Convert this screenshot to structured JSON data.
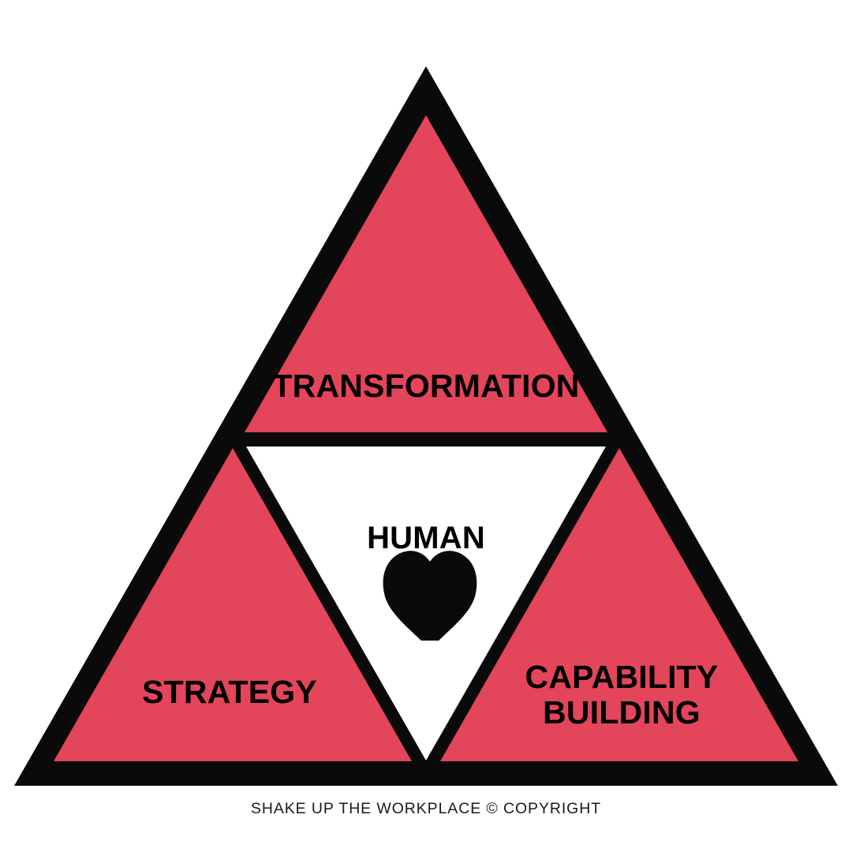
{
  "diagram": {
    "title": "Human-centered transformation triangle",
    "colors": {
      "accent_red": "#E3455A",
      "stroke_black": "#0A0A0A",
      "fill_white": "#FFFFFF",
      "footer_text": "#1A1A1A"
    },
    "segments": [
      {
        "id": "top",
        "label": "TRANSFORMATION",
        "fill": "#E3455A",
        "position": "apex"
      },
      {
        "id": "bottom-left",
        "label": "STRATEGY",
        "fill": "#E3455A",
        "position": "bottom-left"
      },
      {
        "id": "bottom-right",
        "label_line1": "CAPABILITY",
        "label_line2": "BUILDING",
        "fill": "#E3455A",
        "position": "bottom-right"
      },
      {
        "id": "center",
        "label": "HUMAN",
        "fill": "#FFFFFF",
        "position": "center-inverted",
        "icon": "heart-icon"
      }
    ]
  },
  "footer": {
    "text": "SHAKE UP THE WORKPLACE © COPYRIGHT"
  }
}
